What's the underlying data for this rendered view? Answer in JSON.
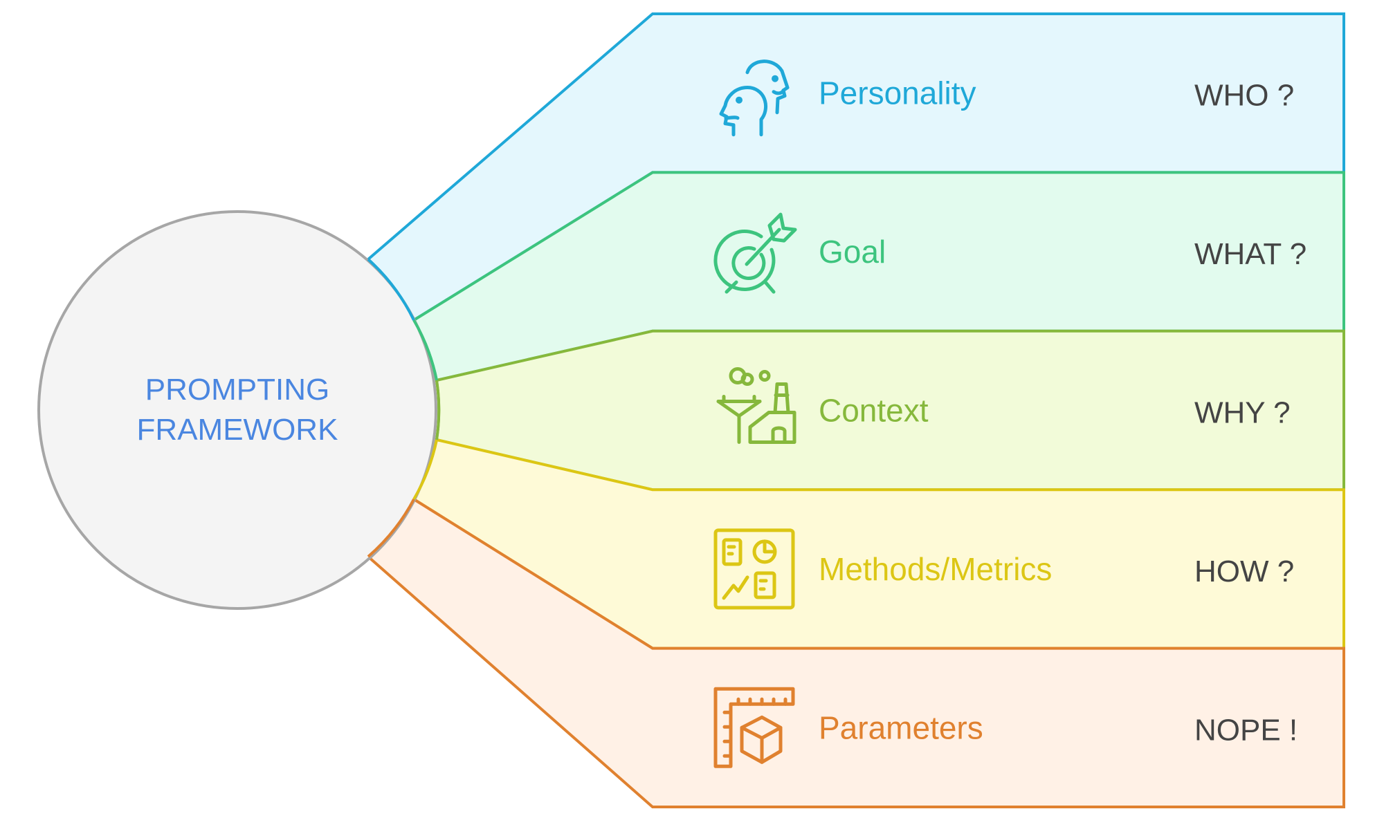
{
  "center": {
    "label_lines": [
      "PROMPTING",
      "FRAMEWORK"
    ],
    "fill": "#f4f4f4",
    "stroke": "#a6a6a6",
    "text_color": "#4a86e0"
  },
  "bands": [
    {
      "title": "Personality",
      "question": "WHO ?",
      "icon": "two-heads-icon",
      "stroke": "#1fa8d8",
      "fill": "#e4f7fd"
    },
    {
      "title": "Goal",
      "question": "WHAT ?",
      "icon": "target-arrow-icon",
      "stroke": "#3dc47e",
      "fill": "#e2fbee"
    },
    {
      "title": "Context",
      "question": "WHY ?",
      "icon": "factory-icon",
      "stroke": "#86b83c",
      "fill": "#f2fbd9"
    },
    {
      "title": "Methods/Metrics",
      "question": "HOW ?",
      "icon": "dashboard-icon",
      "stroke": "#dcc614",
      "fill": "#fefad7"
    },
    {
      "title": "Parameters",
      "question": "NOPE !",
      "icon": "ruler-cube-icon",
      "stroke": "#e0812f",
      "fill": "#fff1e6"
    }
  ]
}
